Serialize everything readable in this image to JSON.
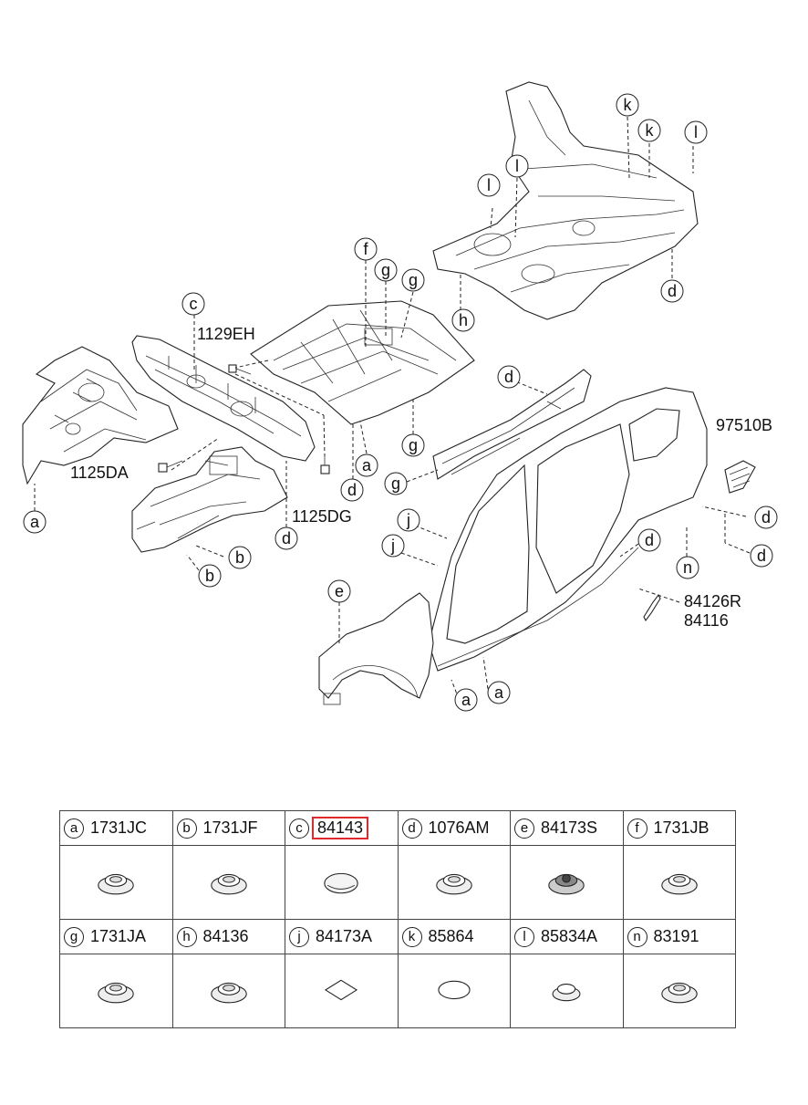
{
  "callouts": [
    {
      "letter": "a"
    },
    {
      "letter": "a"
    },
    {
      "letter": "a"
    },
    {
      "letter": "a"
    },
    {
      "letter": "b"
    },
    {
      "letter": "b"
    },
    {
      "letter": "c"
    },
    {
      "letter": "d"
    },
    {
      "letter": "d"
    },
    {
      "letter": "d"
    },
    {
      "letter": "d"
    },
    {
      "letter": "d"
    },
    {
      "letter": "d"
    },
    {
      "letter": "d"
    },
    {
      "letter": "e"
    },
    {
      "letter": "f"
    },
    {
      "letter": "g"
    },
    {
      "letter": "g"
    },
    {
      "letter": "g"
    },
    {
      "letter": "g"
    },
    {
      "letter": "h"
    },
    {
      "letter": "j"
    },
    {
      "letter": "j"
    },
    {
      "letter": "k"
    },
    {
      "letter": "k"
    },
    {
      "letter": "l"
    },
    {
      "letter": "l"
    },
    {
      "letter": "l"
    },
    {
      "letter": "n"
    }
  ],
  "part_numbers": {
    "p1129EH": "1129EH",
    "p1125DA": "1125DA",
    "p1125DG": "1125DG",
    "p97510B": "97510B",
    "p84126R": "84126R",
    "p84116": "84116"
  },
  "legend": {
    "highlight_color": "#e0282e",
    "rows": [
      [
        {
          "letter": "a",
          "part": "1731JC",
          "highlighted": false,
          "glyph": "grommet-plug"
        },
        {
          "letter": "b",
          "part": "1731JF",
          "highlighted": false,
          "glyph": "grommet-plug"
        },
        {
          "letter": "c",
          "part": "84143",
          "highlighted": true,
          "glyph": "oval-pad"
        },
        {
          "letter": "d",
          "part": "1076AM",
          "highlighted": false,
          "glyph": "grommet-plug"
        },
        {
          "letter": "e",
          "part": "84173S",
          "highlighted": false,
          "glyph": "dark-grommet"
        },
        {
          "letter": "f",
          "part": "1731JB",
          "highlighted": false,
          "glyph": "grommet-plug"
        }
      ],
      [
        {
          "letter": "g",
          "part": "1731JA",
          "highlighted": false,
          "glyph": "grommet-plug"
        },
        {
          "letter": "h",
          "part": "84136",
          "highlighted": false,
          "glyph": "grommet-plug"
        },
        {
          "letter": "j",
          "part": "84173A",
          "highlighted": false,
          "glyph": "diamond-pad"
        },
        {
          "letter": "k",
          "part": "85864",
          "highlighted": false,
          "glyph": "flat-oval"
        },
        {
          "letter": "l",
          "part": "85834A",
          "highlighted": false,
          "glyph": "small-cap"
        },
        {
          "letter": "n",
          "part": "83191",
          "highlighted": false,
          "glyph": "grommet-plug"
        }
      ]
    ]
  }
}
